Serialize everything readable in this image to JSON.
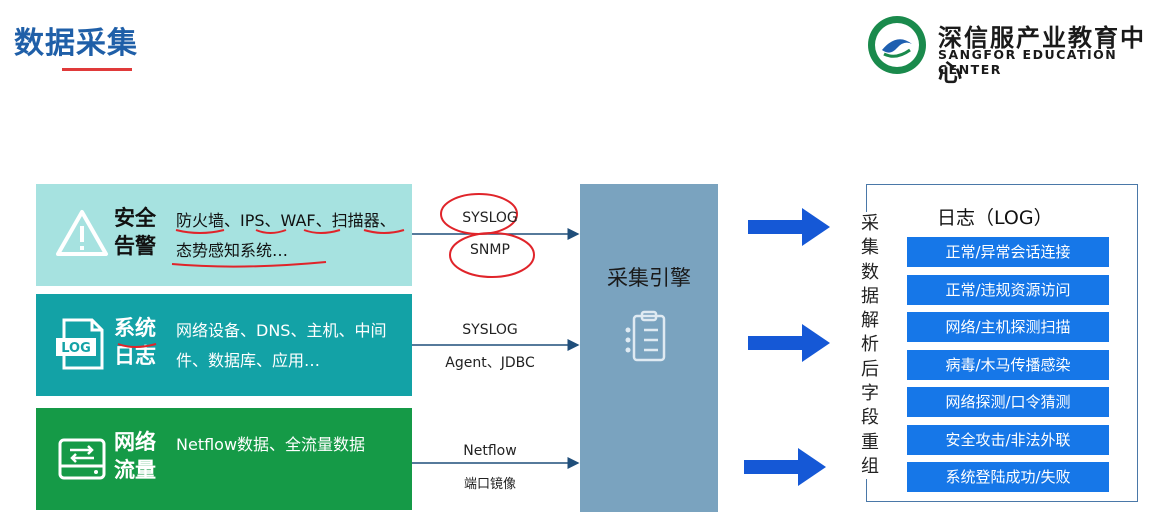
{
  "title": "数据采集",
  "brand": {
    "cn": "深信服产业教育中心",
    "en": "SANGFOR EDUCATION CENTER"
  },
  "sources": [
    {
      "name": "安全告警",
      "desc": "防火墙、IPS、WAF、扫描器、态势感知系统…",
      "protocols": [
        "SYSLOG",
        "SNMP"
      ]
    },
    {
      "name": "系统日志",
      "desc": "网络设备、DNS、主机、中间件、数据库、应用…",
      "protocols": [
        "SYSLOG",
        "Agent、JDBC"
      ]
    },
    {
      "name": "网络流量",
      "desc": "Netflow数据、全流量数据",
      "protocols": [
        "Netflow",
        "端口镜像"
      ]
    }
  ],
  "engine": {
    "label": "采集引擎"
  },
  "process_label": "采集数据解析后字段重组",
  "log": {
    "title": "日志（LOG）",
    "items": [
      "正常/异常会话连接",
      "正常/违规资源访问",
      "网络/主机探测扫描",
      "病毒/木马传播感染",
      "网络探测/口令猜测",
      "安全攻击/非法外联",
      "系统登陆成功/失败"
    ]
  },
  "colors": {
    "source1": "#a6e2e0",
    "source2": "#13a2a6",
    "source3": "#159a47",
    "engine": "#7aa3bf",
    "log_item": "#1677e8",
    "arrow": "#1558d6"
  }
}
